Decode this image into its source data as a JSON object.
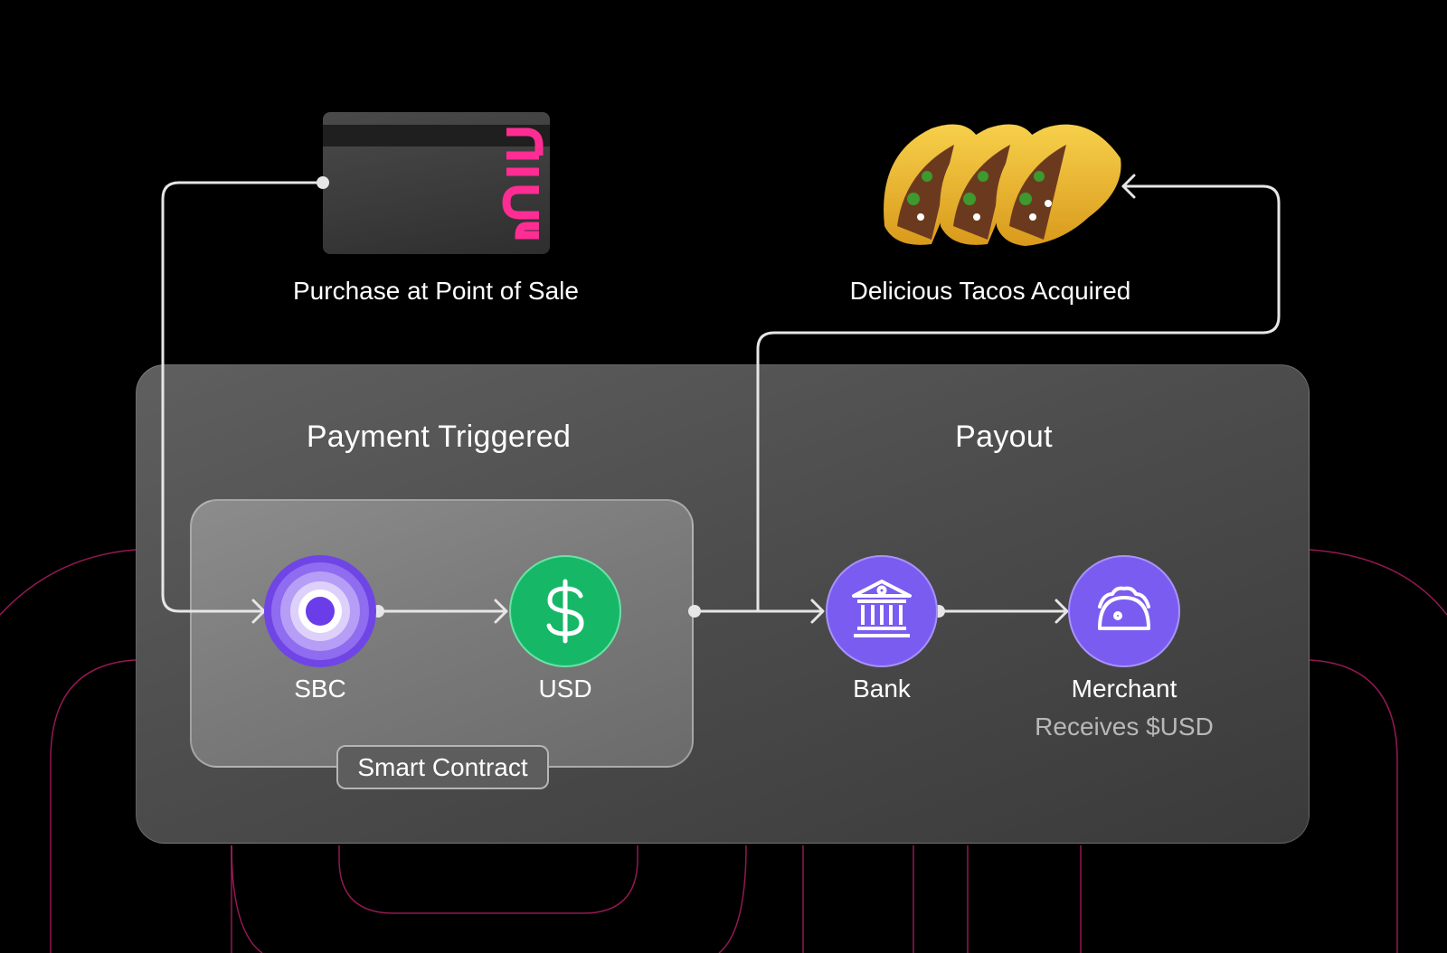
{
  "colors": {
    "background": "#000000",
    "accent_pink": "#ff2d93",
    "node_purple": "#7b5cf0",
    "node_green": "#16b868",
    "connector": "#e6e6e6"
  },
  "top": {
    "card_caption": "Purchase at Point of Sale",
    "card_logo_text": "rain",
    "card_icon": "credit-card-icon",
    "tacos_caption": "Delicious Tacos Acquired",
    "tacos_icon": "taco-icon"
  },
  "sections": {
    "payment_title": "Payment Triggered",
    "payout_title": "Payout",
    "smart_contract_label": "Smart Contract"
  },
  "nodes": [
    {
      "label": "SBC",
      "icon": "sbc-target-icon"
    },
    {
      "label": "USD",
      "icon": "dollar-icon"
    },
    {
      "label": "Bank",
      "icon": "bank-icon"
    },
    {
      "label": "Merchant",
      "sublabel": "Receives $USD",
      "icon": "taco-outline-icon"
    }
  ]
}
